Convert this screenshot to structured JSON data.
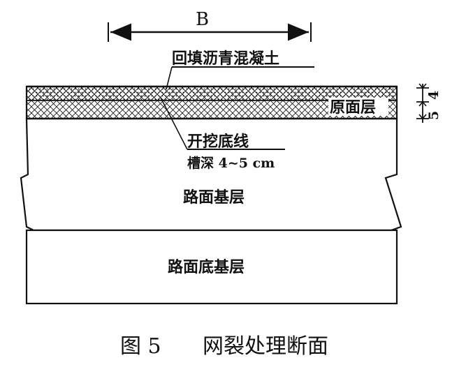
{
  "diagram": {
    "width_label": "B",
    "fill_label": "回填沥青混凝土",
    "surface_label": "原面层",
    "cut_line_label": "开挖底线",
    "depth_label": "槽深 4~5 cm",
    "base_label": "路面基层",
    "subbase_label": "路面底基层",
    "dim_top": "4",
    "dim_bottom": "5"
  },
  "caption": {
    "figure_no": "图 5",
    "title": "网裂处理断面"
  },
  "colors": {
    "ink": "#111111",
    "background": "#ffffff"
  }
}
